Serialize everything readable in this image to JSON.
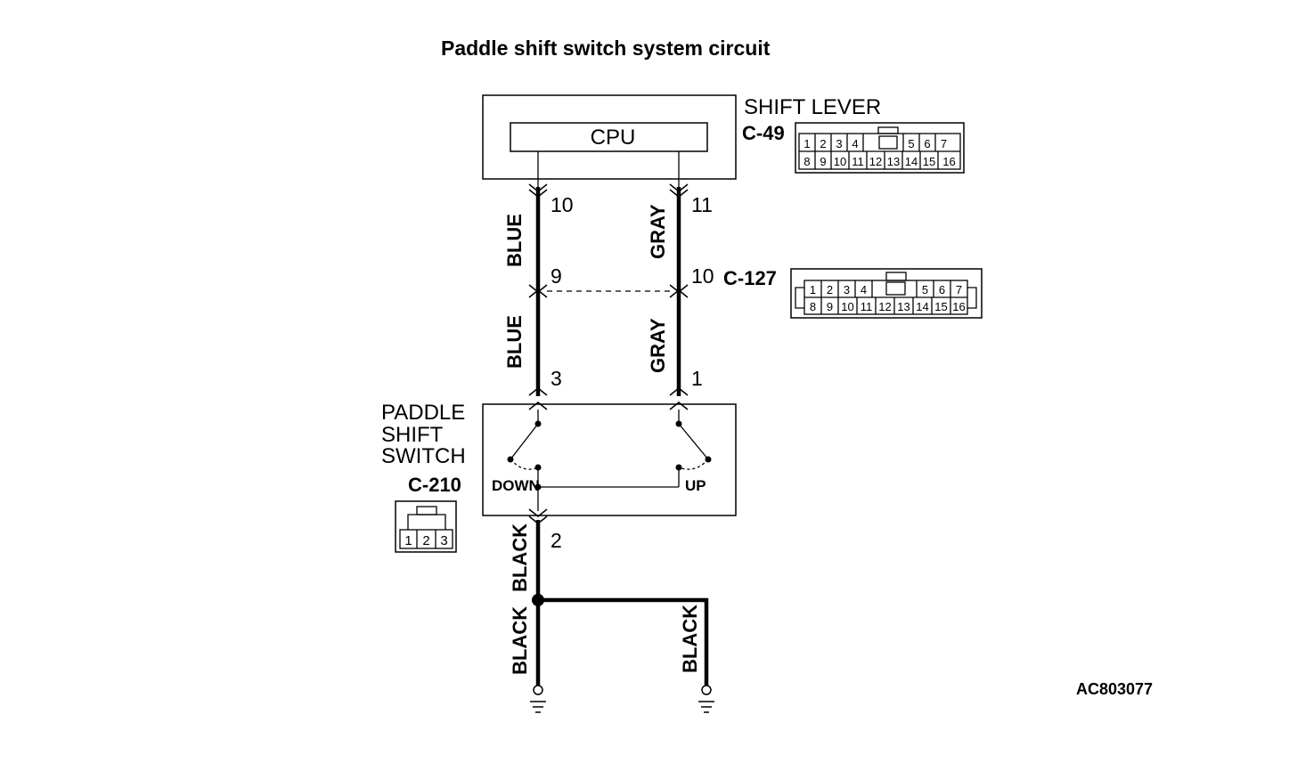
{
  "title": "Paddle shift switch system circuit",
  "figure_code": "AC803077",
  "shift_lever": {
    "name": "SHIFT LEVER",
    "connector": "C-49",
    "cpu_label": "CPU",
    "pins_top": [
      "1",
      "2",
      "3",
      "4",
      "5",
      "6",
      "7"
    ],
    "pins_bottom": [
      "8",
      "9",
      "10",
      "11",
      "12",
      "13",
      "14",
      "15",
      "16"
    ]
  },
  "intermediate_connector": {
    "name": "C-127",
    "pins_top": [
      "1",
      "2",
      "3",
      "4",
      "5",
      "6",
      "7"
    ],
    "pins_bottom": [
      "8",
      "9",
      "10",
      "11",
      "12",
      "13",
      "14",
      "15",
      "16"
    ]
  },
  "paddle_switch": {
    "name_lines": [
      "PADDLE",
      "SHIFT",
      "SWITCH"
    ],
    "connector": "C-210",
    "down_label": "DOWN",
    "up_label": "UP",
    "pins": [
      "1",
      "2",
      "3"
    ]
  },
  "wires": {
    "left_upper_color": "BLUE",
    "right_upper_color": "GRAY",
    "left_middle_color": "BLUE",
    "right_middle_color": "GRAY",
    "ground_upper_color": "BLACK",
    "ground_left_color": "BLACK",
    "ground_right_color": "BLACK"
  },
  "pin_numbers": {
    "cpu_left": "10",
    "cpu_right": "11",
    "c127_left": "9",
    "c127_right": "10",
    "switch_left": "3",
    "switch_right": "1",
    "switch_ground": "2"
  }
}
